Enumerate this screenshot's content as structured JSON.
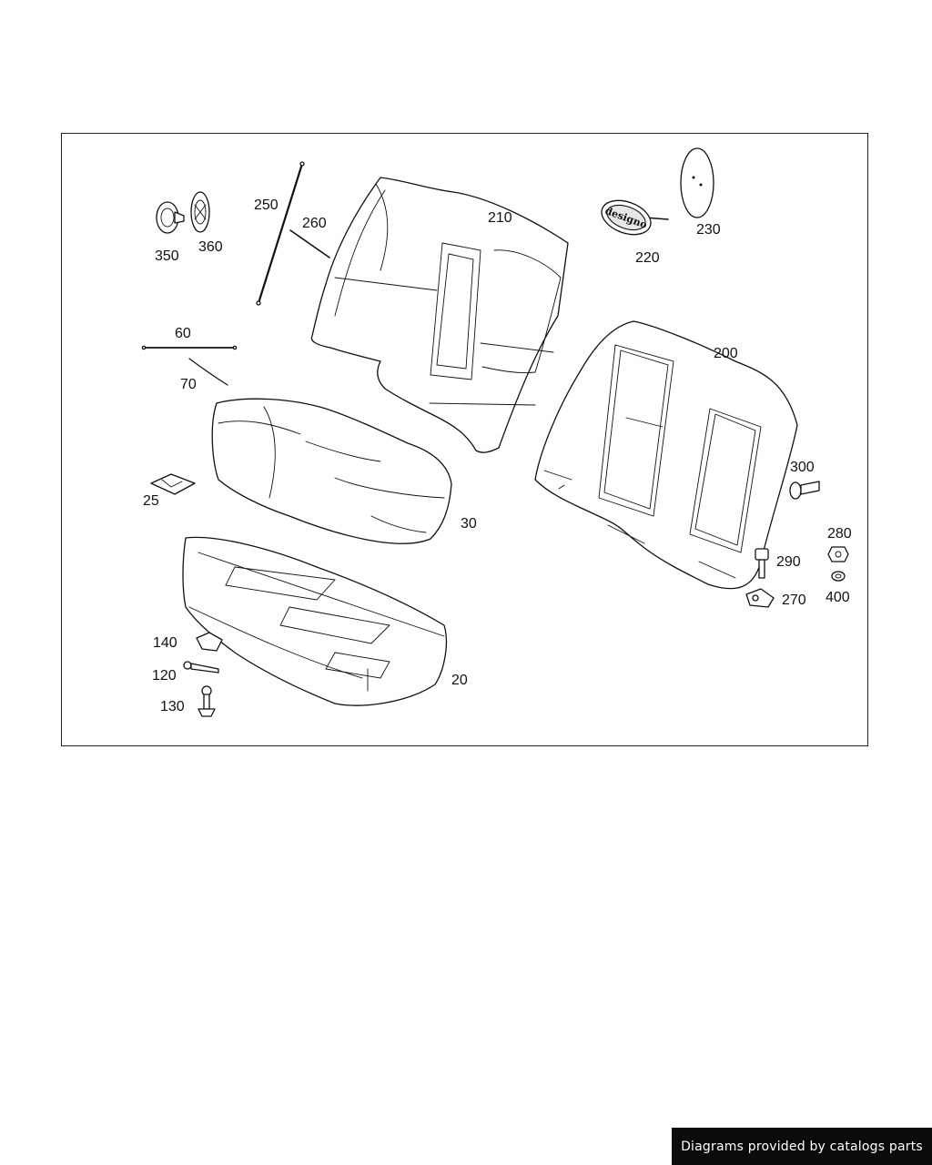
{
  "diagram": {
    "callouts": [
      "20",
      "25",
      "30",
      "60",
      "70",
      "120",
      "130",
      "140",
      "200",
      "210",
      "220",
      "230",
      "250",
      "260",
      "270",
      "280",
      "290",
      "300",
      "350",
      "360",
      "400"
    ],
    "emblem_text": "designo"
  },
  "footer": {
    "credit": "Diagrams provided by catalogs parts"
  }
}
